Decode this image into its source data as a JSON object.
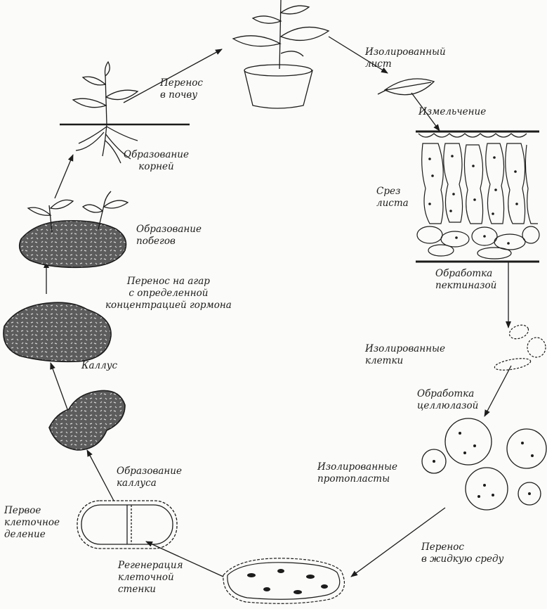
{
  "labels": {
    "isolated_leaf": [
      "Изолированный",
      "лист"
    ],
    "grinding": [
      "Измельчение"
    ],
    "leaf_section": [
      "Срез",
      "листа"
    ],
    "pectinase": [
      "Обработка",
      "пектиназой"
    ],
    "isolated_cells": [
      "Изолированные",
      "клетки"
    ],
    "cellulase": [
      "Обработка",
      "целлюлазой"
    ],
    "isolated_protoplasts": [
      "Изолированные",
      "протопласты"
    ],
    "to_liquid": [
      "Перенос",
      "в жидкую среду"
    ],
    "cell_wall_regen": [
      "Регенерация",
      "клеточной",
      "стенки"
    ],
    "first_division": [
      "Первое",
      "клеточное",
      "деление"
    ],
    "callus_formation": [
      "Образование",
      "каллуса"
    ],
    "callus": [
      "Каллус"
    ],
    "to_agar": [
      "Перенос на агар",
      "с определенной",
      "концентрацией гормона"
    ],
    "shoot_formation": [
      "Образование",
      "побегов"
    ],
    "root_formation": [
      "Образование",
      "корней"
    ],
    "to_soil": [
      "Перенос",
      "в почву"
    ]
  },
  "colors": {
    "ink": "#1c1c1c",
    "callus_fill": "#5a5a5a",
    "paper": "#fbfbf9"
  },
  "icons": [
    "plant-in-pot-icon",
    "plant-with-roots-icon",
    "leaf-icon",
    "protoplast-icon",
    "callus-icon",
    "arrow-icon"
  ]
}
